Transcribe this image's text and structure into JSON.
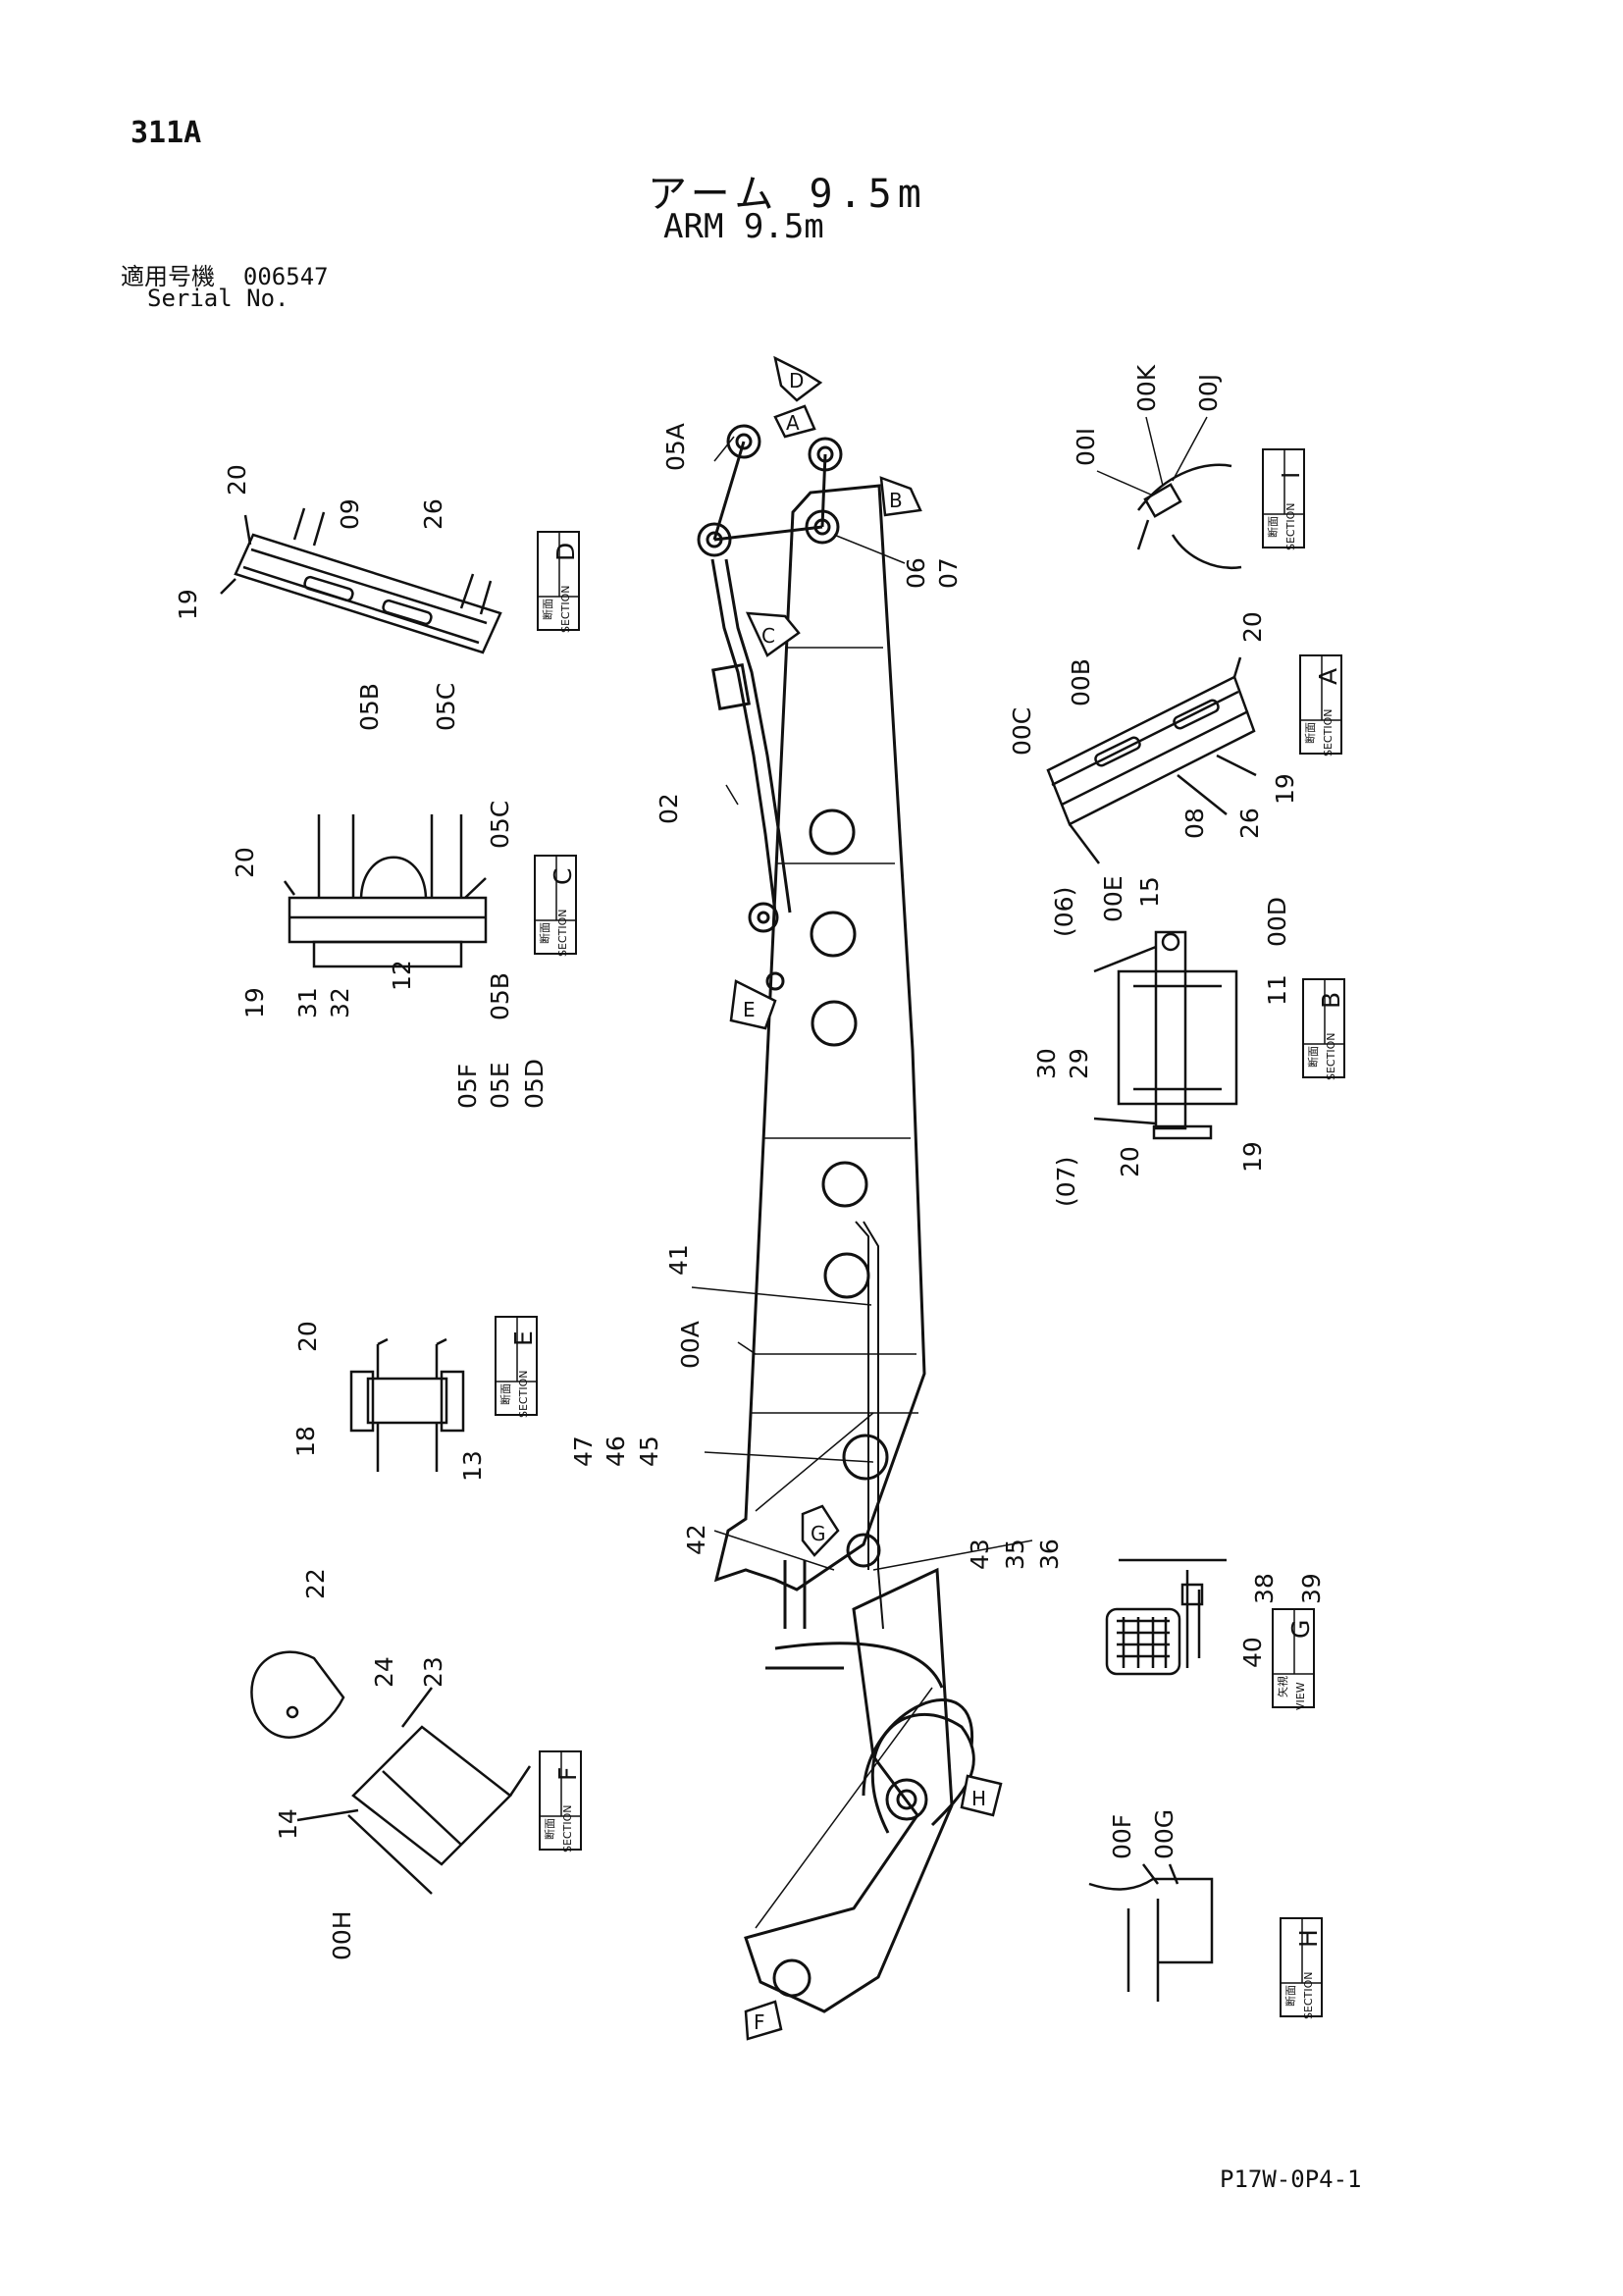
{
  "header": {
    "code": "311A",
    "title_ja": "アーム 9.5m",
    "title_en": "ARM 9.5m",
    "serial_ja": "適用号機",
    "serial_value": "006547",
    "serial_en": "Serial No."
  },
  "footer": {
    "doc_number": "P17W-0P4-1"
  },
  "view_markers": [
    "A",
    "B",
    "C",
    "D",
    "E",
    "F",
    "G",
    "H"
  ],
  "main_labels": {
    "l05A": "05A",
    "l06": "06",
    "l07": "07",
    "l02": "02",
    "l41": "41",
    "l00A": "00A",
    "l45": "45",
    "l46": "46",
    "l47": "47",
    "l42": "42",
    "l43": "43",
    "l35": "35",
    "l36": "36"
  },
  "sections": {
    "D": {
      "letter": "D",
      "tag_ja": "断面",
      "tag_en": "SECTION",
      "labels": [
        "20",
        "09",
        "26",
        "19",
        "05B",
        "05C"
      ]
    },
    "C": {
      "letter": "C",
      "tag_ja": "断面",
      "tag_en": "SECTION",
      "labels": [
        "20",
        "05C",
        "19",
        "31",
        "32",
        "12",
        "05B",
        "05F",
        "05E",
        "05D"
      ]
    },
    "E": {
      "letter": "E",
      "tag_ja": "断面",
      "tag_en": "SECTION",
      "labels": [
        "20",
        "18",
        "13"
      ]
    },
    "F": {
      "letter": "F",
      "tag_ja": "断面",
      "tag_en": "SECTION",
      "labels": [
        "22",
        "24",
        "23",
        "14",
        "00H"
      ]
    },
    "I": {
      "letter": "I",
      "tag_ja": "断面",
      "tag_en": "SECTION",
      "labels": [
        "00I",
        "00K",
        "00J"
      ]
    },
    "A": {
      "letter": "A",
      "tag_ja": "断面",
      "tag_en": "SECTION",
      "labels": [
        "20",
        "00B",
        "00C",
        "08",
        "26",
        "19"
      ]
    },
    "B": {
      "letter": "B",
      "tag_ja": "断面",
      "tag_en": "SECTION",
      "labels": [
        "(06)",
        "00E",
        "15",
        "00D",
        "11",
        "30",
        "29",
        "(07)",
        "20",
        "19"
      ]
    },
    "G": {
      "letter": "G",
      "tag_ja": "矢視",
      "tag_en": "VIEW",
      "labels": [
        "38",
        "39",
        "40"
      ]
    },
    "H": {
      "letter": "H",
      "tag_ja": "断面",
      "tag_en": "SECTION",
      "labels": [
        "00F",
        "00G"
      ]
    }
  }
}
